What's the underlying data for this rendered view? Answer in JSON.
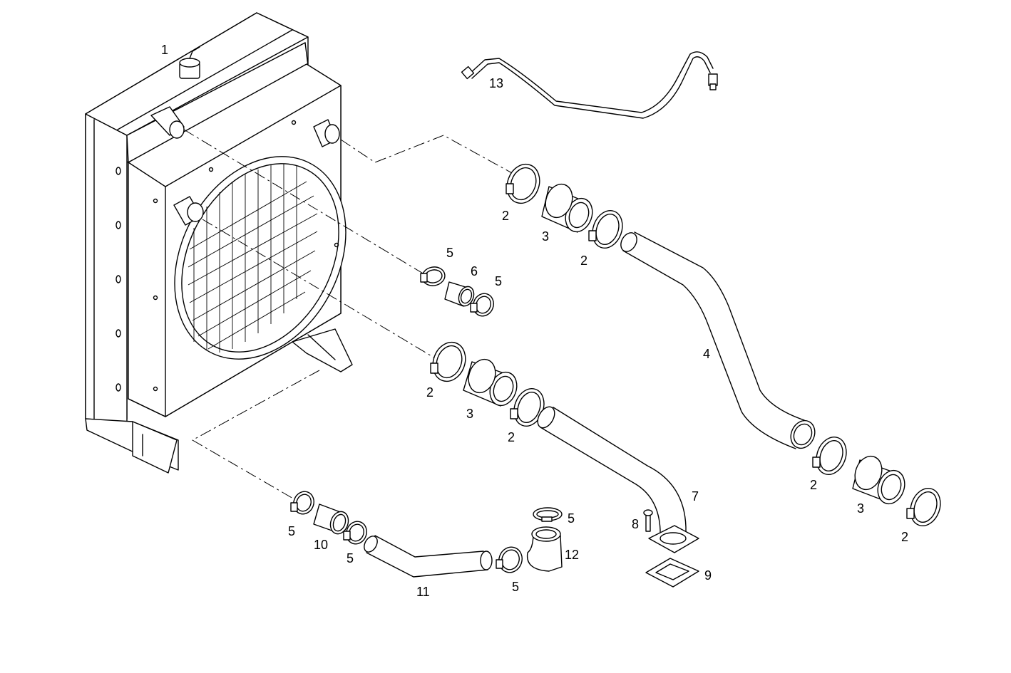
{
  "diagram": {
    "labels": [
      {
        "id": "radiator",
        "text": "1"
      },
      {
        "id": "clamp-top-left",
        "text": "2"
      },
      {
        "id": "sleeve-top",
        "text": "3"
      },
      {
        "id": "clamp-top-right",
        "text": "2"
      },
      {
        "id": "hose-long",
        "text": "4"
      },
      {
        "id": "clamp-small-left",
        "text": "5"
      },
      {
        "id": "sleeve-small",
        "text": "6"
      },
      {
        "id": "clamp-small-right",
        "text": "5"
      },
      {
        "id": "clamp-mid-left",
        "text": "2"
      },
      {
        "id": "sleeve-mid",
        "text": "3"
      },
      {
        "id": "clamp-mid-right",
        "text": "2"
      },
      {
        "id": "clamp-lower-right-a",
        "text": "2"
      },
      {
        "id": "sleeve-lower-right",
        "text": "3"
      },
      {
        "id": "clamp-lower-right-b",
        "text": "2"
      },
      {
        "id": "elbow-pipe",
        "text": "7"
      },
      {
        "id": "bolt",
        "text": "8"
      },
      {
        "id": "gasket",
        "text": "9"
      },
      {
        "id": "clamp-bottom-left",
        "text": "5"
      },
      {
        "id": "sleeve-bottom",
        "text": "10"
      },
      {
        "id": "clamp-bottom-mid",
        "text": "5"
      },
      {
        "id": "hose-bottom",
        "text": "11"
      },
      {
        "id": "clamp-bottom-right",
        "text": "5"
      },
      {
        "id": "elbow-small",
        "text": "12"
      },
      {
        "id": "clamp-elbow-top",
        "text": "5"
      },
      {
        "id": "pipe-top",
        "text": "13"
      }
    ]
  }
}
